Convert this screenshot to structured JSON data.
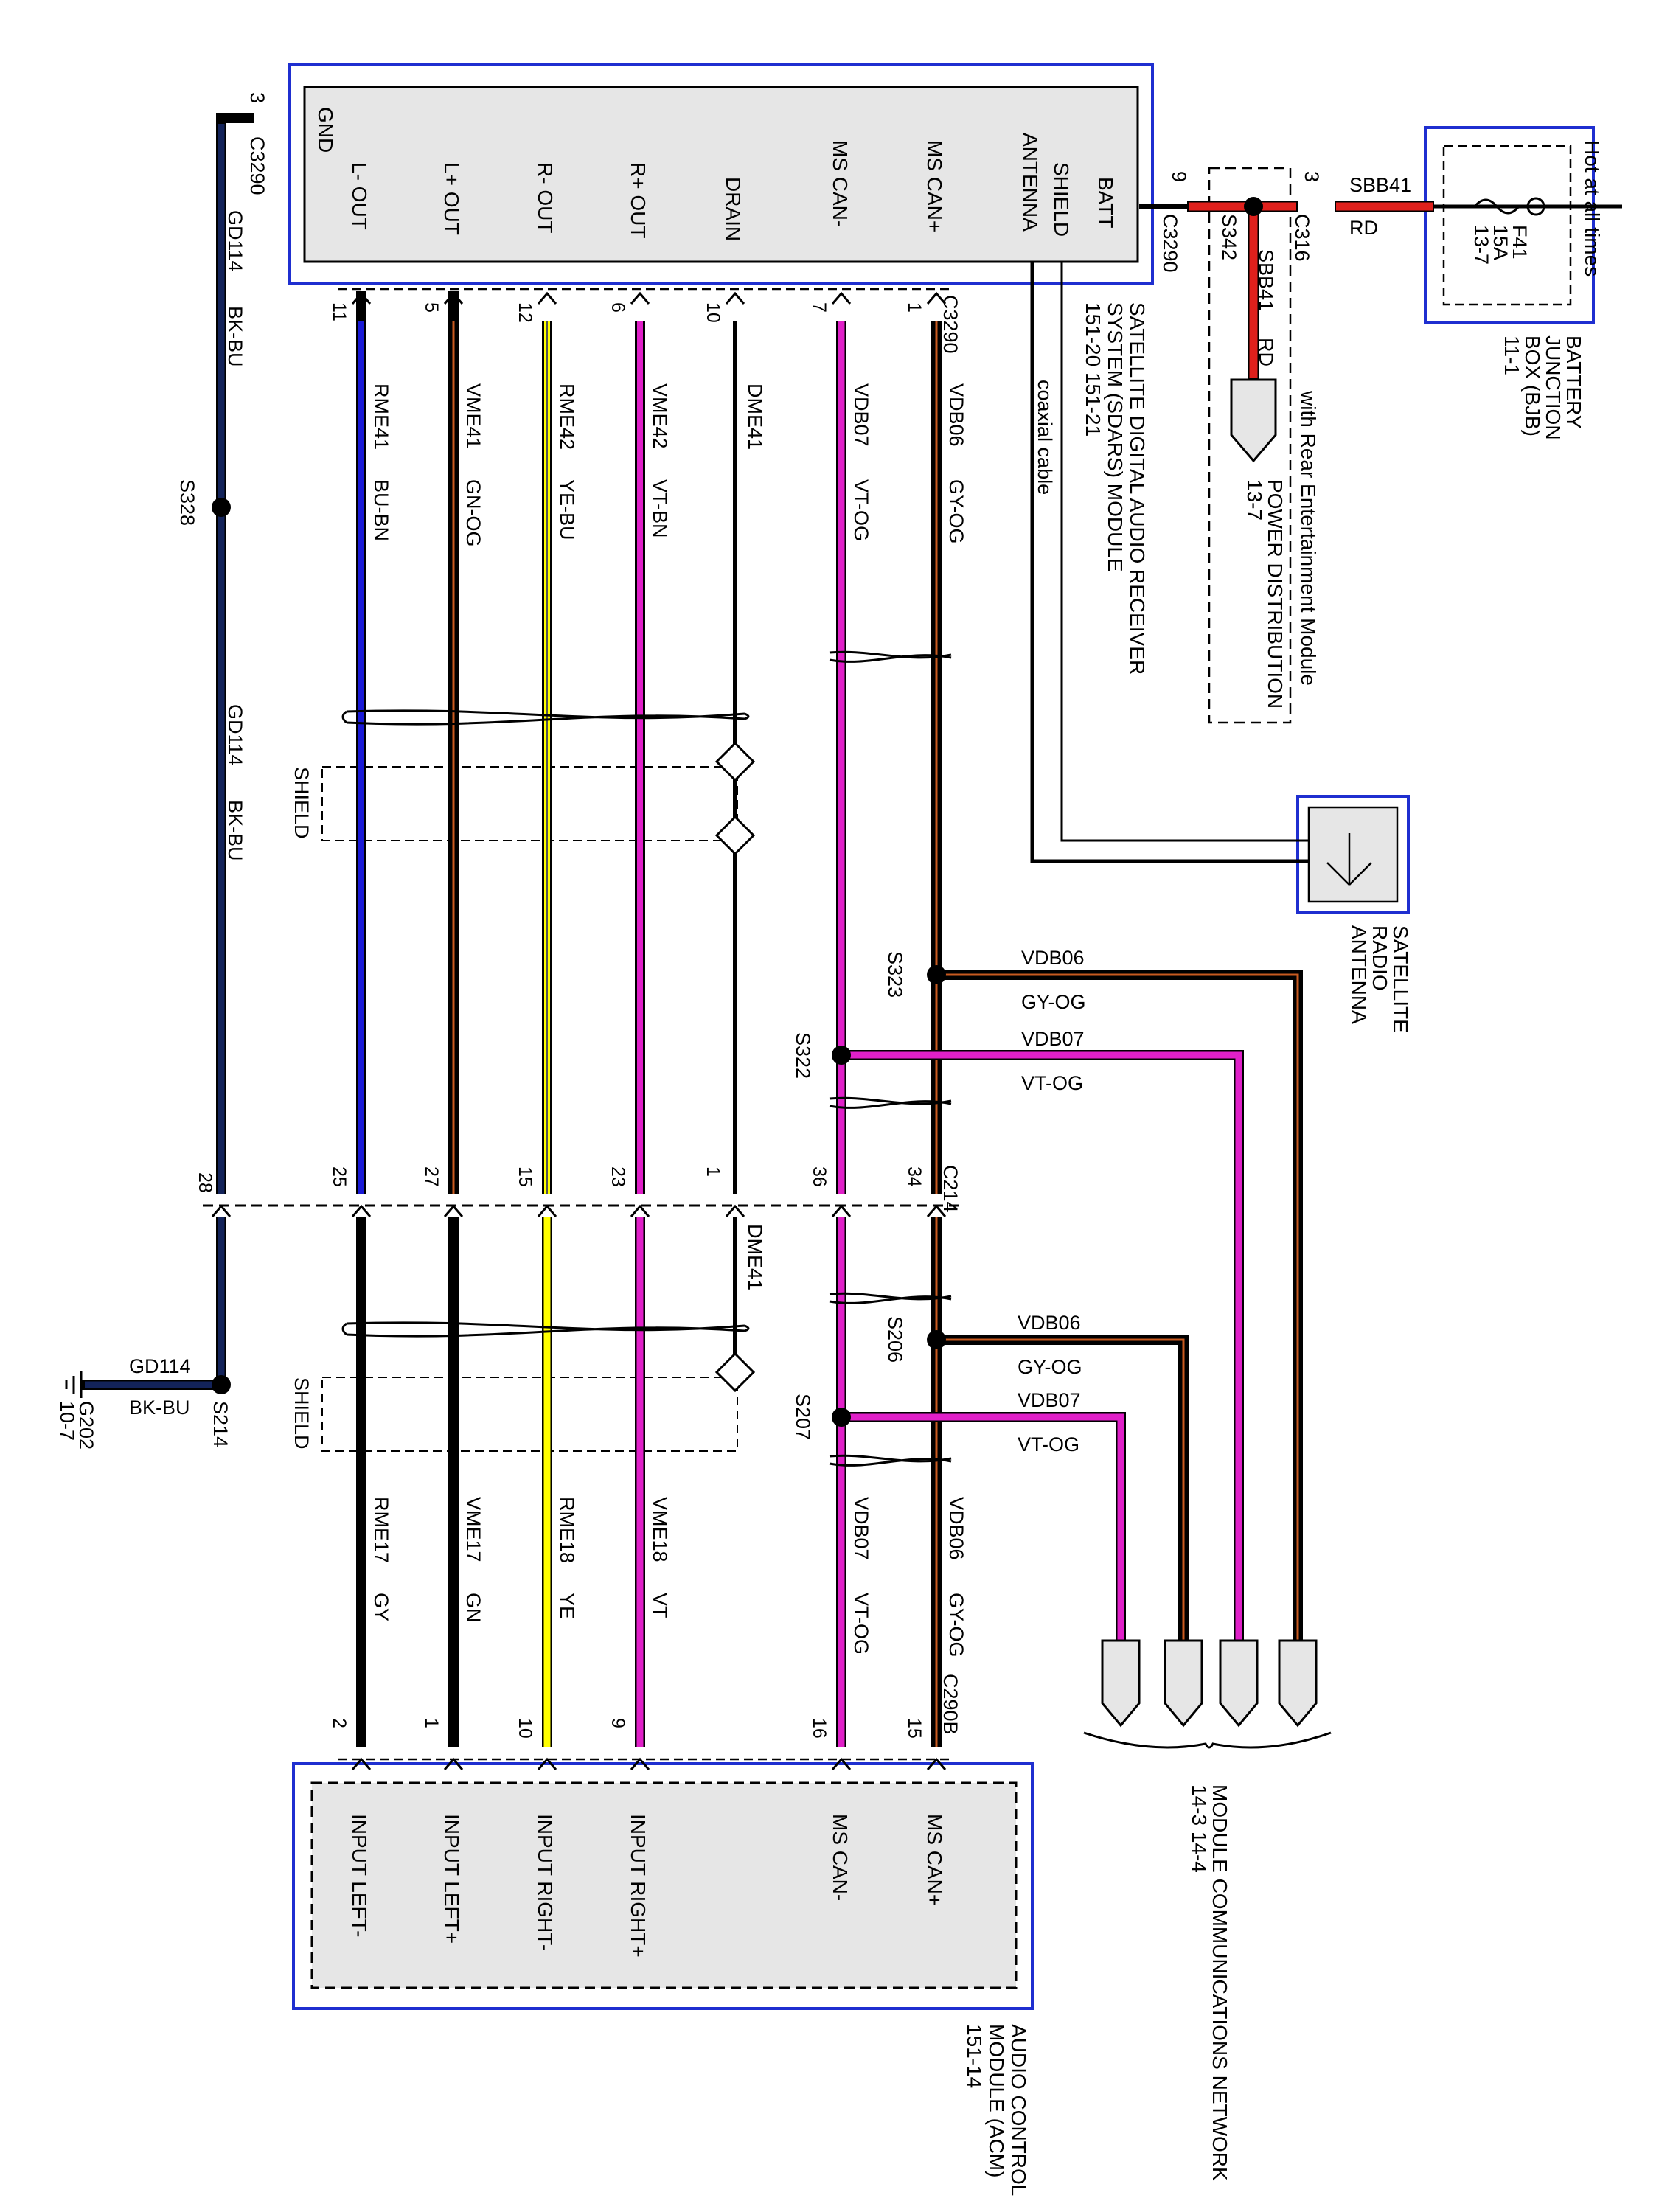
{
  "sdars": {
    "pins": [
      "GND",
      "L- OUT",
      "L+ OUT",
      "R- OUT",
      "R+ OUT",
      "DRAIN",
      "MS CAN-",
      "MS CAN+",
      "ANTENNA",
      "SHIELD",
      "BATT"
    ],
    "title_lines": [
      "SATELLITE DIGITAL AUDIO RECEIVER",
      "SYSTEM (SDARS) MODULE",
      "151-20     151-21"
    ]
  },
  "acm": {
    "pins": [
      "MS CAN+",
      "MS CAN-",
      "INPUT RIGHT+",
      "INPUT RIGHT-",
      "INPUT LEFT+",
      "INPUT LEFT-"
    ],
    "title_lines": [
      "AUDIO CONTROL",
      "MODULE (ACM)",
      "151-14"
    ]
  },
  "bjb": {
    "hot_label": "Hot at all times",
    "title_lines": [
      "BATTERY",
      "JUNCTION",
      "BOX (BJB)",
      "11-1"
    ],
    "fuse": [
      "F41",
      "15A",
      "13-7"
    ]
  },
  "antenna": {
    "title_lines": [
      "SATELLITE",
      "RADIO",
      "ANTENNA"
    ],
    "cable_label": "coaxial cable"
  },
  "power": {
    "option_label": "with Rear Entertainment Module",
    "title_lines": [
      "POWER DISTRIBUTION",
      "13-7"
    ],
    "splice": "S342",
    "circuit": "SBB41",
    "color": "RD"
  },
  "batt_feed": {
    "circuit": "SBB41",
    "color": "RD",
    "pin_c316": "3",
    "c316": "C316",
    "pin_c3290": "9",
    "c3290": "C3290"
  },
  "connectors": {
    "c3290": "C3290",
    "c214": "C214",
    "c290b": "C290B",
    "c3290_gnd": "C3290",
    "gnd_pin": "3"
  },
  "top_pins": [
    "11",
    "5",
    "12",
    "6",
    "10",
    "7",
    "1"
  ],
  "mid_pins": [
    "25",
    "27",
    "15",
    "23",
    "1",
    "36",
    "34"
  ],
  "bot_pins": [
    "2",
    "1",
    "10",
    "9",
    "16",
    "15"
  ],
  "ground_pin": "28",
  "wires_top": [
    {
      "circuit": "RME41",
      "color": "BU-BN"
    },
    {
      "circuit": "VME41",
      "color": "GN-OG"
    },
    {
      "circuit": "RME42",
      "color": "YE-BU"
    },
    {
      "circuit": "VME42",
      "color": "VT-BN"
    },
    {
      "circuit": "DME41",
      "color": ""
    },
    {
      "circuit": "VDB07",
      "color": "VT-OG"
    },
    {
      "circuit": "VDB06",
      "color": "GY-OG"
    }
  ],
  "wires_bottom": [
    {
      "circuit": "RME17",
      "color": "GY"
    },
    {
      "circuit": "VME17",
      "color": "GN"
    },
    {
      "circuit": "RME18",
      "color": "YE"
    },
    {
      "circuit": "VME18",
      "color": "VT"
    },
    {
      "circuit": "DME41",
      "color": ""
    },
    {
      "circuit": "VDB07",
      "color": "VT-OG"
    },
    {
      "circuit": "VDB06",
      "color": "GY-OG"
    }
  ],
  "ground": {
    "circuit": "GD114",
    "color": "BK-BU",
    "splice1": "S328",
    "splice2": "S214",
    "ground_circuit": "GD114",
    "ground_color": "BK-BU",
    "ground_point": "G202",
    "ground_ref": "10-7"
  },
  "shield_label": "SHIELD",
  "splices": {
    "s323": "S323",
    "s322": "S322",
    "s206": "S206",
    "s207": "S207"
  },
  "branches": {
    "b1_circuit": "VDB06",
    "b1_color": "GY-OG",
    "b2_circuit": "VDB07",
    "b2_color": "VT-OG",
    "b3_circuit": "VDB06",
    "b3_color": "GY-OG",
    "b4_circuit": "VDB07",
    "b4_color": "VT-OG"
  },
  "network": {
    "title": "MODULE COMMUNICATIONS NETWORK",
    "refs": "14-3  14-4"
  },
  "colors": {
    "module_border": "#1f2fd0",
    "module_fill": "#e6e6e6",
    "red": "#e0201c",
    "magenta": "#e020c8",
    "blue": "#1a1ad6",
    "yellow": "#ffff00",
    "navy": "#13235a",
    "brown_orange": "#c85a20"
  }
}
